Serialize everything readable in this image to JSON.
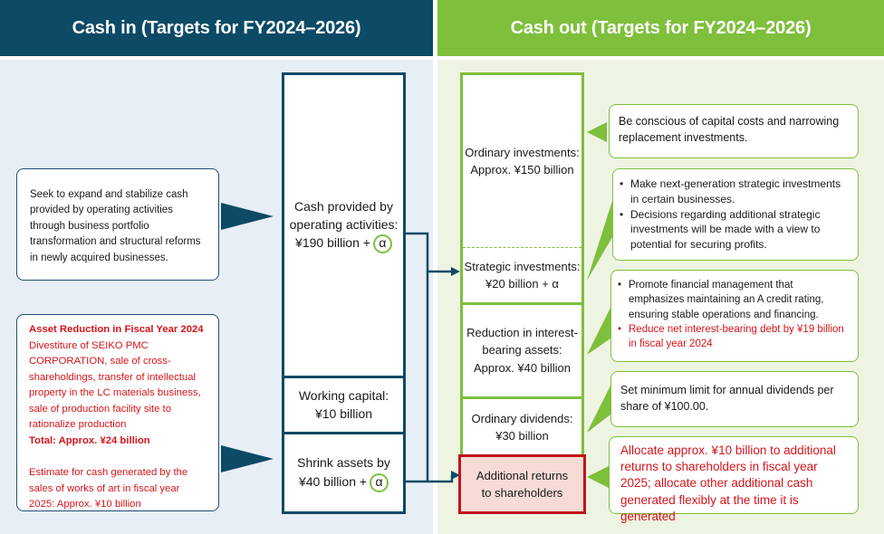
{
  "headers": {
    "cash_in": "Cash in (Targets for FY2024–2026)",
    "cash_out": "Cash out (Targets for FY2024–2026)"
  },
  "left_notes": {
    "operating": "Seek to expand and stabilize cash provided by operating activities through business portfolio transformation and structural reforms in newly acquired businesses.",
    "asset_reduction": {
      "title": "Asset Reduction in Fiscal Year 2024",
      "body": "Divestiture of SEIKO PMC CORPORATION, sale of cross-shareholdings, transfer of intellectual property in the LC materials business, sale of production facility site to rationalize production",
      "total": "Total: Approx. ¥24 billion",
      "estimate": "Estimate for cash generated by the sales of works of art in fiscal year 2025: Approx. ¥10 billion"
    }
  },
  "cash_in_blocks": {
    "operating_line1": "Cash provided by",
    "operating_line2": "operating activities:",
    "operating_line3": "¥190 billion +",
    "alpha": "α",
    "working_line1": "Working capital:",
    "working_line2": "¥10 billion",
    "shrink_line1": "Shrink assets by",
    "shrink_line2": "¥40 billion +"
  },
  "cash_out_blocks": {
    "ordinary_inv_line1": "Ordinary investments:",
    "ordinary_inv_line2": "Approx. ¥150 billion",
    "strategic_line1": "Strategic investments:",
    "strategic_line2": "¥20 billion + α",
    "reduction_line1": "Reduction in interest-",
    "reduction_line2": "bearing assets:",
    "reduction_line3": "Approx. ¥40 billion",
    "dividends_line1": "Ordinary dividends:",
    "dividends_line2": "¥30 billion",
    "additional_line1": "Additional returns",
    "additional_line2": "to shareholders"
  },
  "right_notes": {
    "capital_costs": "Be conscious of capital costs and narrowing replacement investments.",
    "strategic_1": "Make next-generation strategic investments in certain businesses.",
    "strategic_2": "Decisions regarding additional strategic investments will be made with a view to potential for securing profits.",
    "financial_1": "Promote financial management that emphasizes maintaining an A credit rating, ensuring stable operations and financing.",
    "financial_2": "Reduce net interest-bearing debt by ¥19 billion in fiscal year 2024",
    "dividends": "Set minimum limit for annual dividends per share of ¥100.00.",
    "additional": "Allocate approx. ¥10 billion to additional returns to shareholders in fiscal year 2025; allocate other additional cash generated flexibly at the time it is generated"
  },
  "colors": {
    "navy": "#0c4a66",
    "green": "#7ebf3b",
    "red": "#d6141b",
    "pink_fill": "#f7dcd6"
  }
}
